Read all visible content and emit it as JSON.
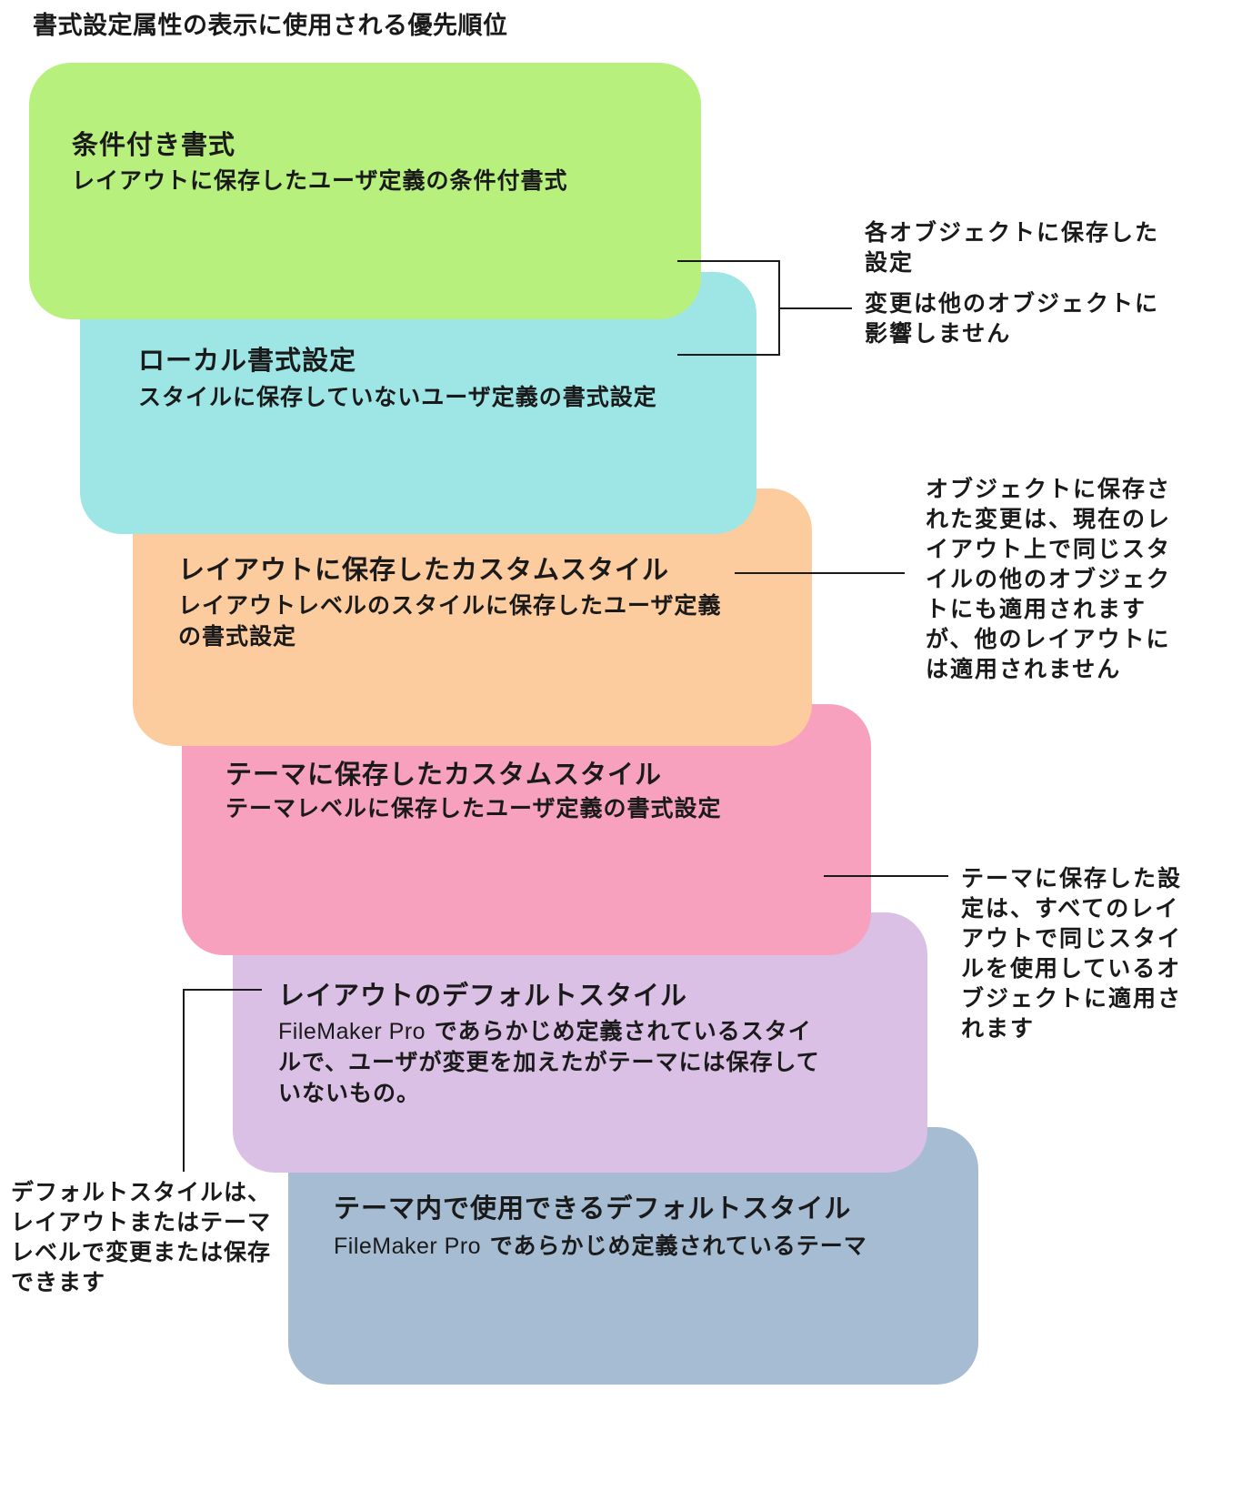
{
  "page": {
    "title": "書式設定属性の表示に使用される優先順位"
  },
  "levels": [
    {
      "title": "条件付き書式",
      "description": "レイアウトに保存したユーザ定義の条件付書式",
      "color": "#b8f07e"
    },
    {
      "title": "ローカル書式設定",
      "description": "スタイルに保存していないユーザ定義の書式設定",
      "color": "#9ee5e5"
    },
    {
      "title": "レイアウトに保存したカスタムスタイル",
      "description_line1": "レイアウトレベルのスタイルに保存したユーザ定義",
      "description_line2": "の書式設定",
      "color": "#fccb9e"
    },
    {
      "title": "テーマに保存したカスタムスタイル",
      "description": "テーマレベルに保存したユーザ定義の書式設定",
      "color": "#f8a1bf"
    },
    {
      "title": "レイアウトのデフォルトスタイル",
      "app_name": "FileMaker Pro",
      "description_line1": " であらかじめ定義されているスタイ",
      "description_line2": "ルで、ユーザが変更を加えたがテーマには保存して",
      "description_line3": "いないもの。",
      "color": "#dbc0e6"
    },
    {
      "title": "テーマ内で使用できるデフォルトスタイル",
      "app_name": "FileMaker Pro",
      "description": " であらかじめ定義されているテーマ",
      "color": "#a5bcd3"
    }
  ],
  "notes": {
    "object_settings": {
      "line1": "各オブジェクトに保存した",
      "line2": "設定",
      "line3": "変更は他のオブジェクトに",
      "line4": "影響しません"
    },
    "layout_settings": {
      "line1": "オブジェクトに保存さ",
      "line2": "れた変更は、現在のレ",
      "line3": "イアウト上で同じスタ",
      "line4": "イルの他のオブジェク",
      "line5": "トにも適用されます",
      "line6": "が、他のレイアウトに",
      "line7": "は適用されません"
    },
    "theme_settings": {
      "line1": "テーマに保存した設",
      "line2": "定は、すべてのレイ",
      "line3": "アウトで同じスタイ",
      "line4": "ルを使用しているオ",
      "line5": "ブジェクトに適用さ",
      "line6": "れます"
    },
    "default_styles": {
      "line1": "デフォルトスタイルは、",
      "line2": "レイアウトまたはテーマ",
      "line3": "レベルで変更または保存",
      "line4": "できます"
    }
  },
  "theme": {
    "text_color": "#1a1a1a",
    "line_color": "#1a1a1a",
    "background": "#ffffff"
  }
}
